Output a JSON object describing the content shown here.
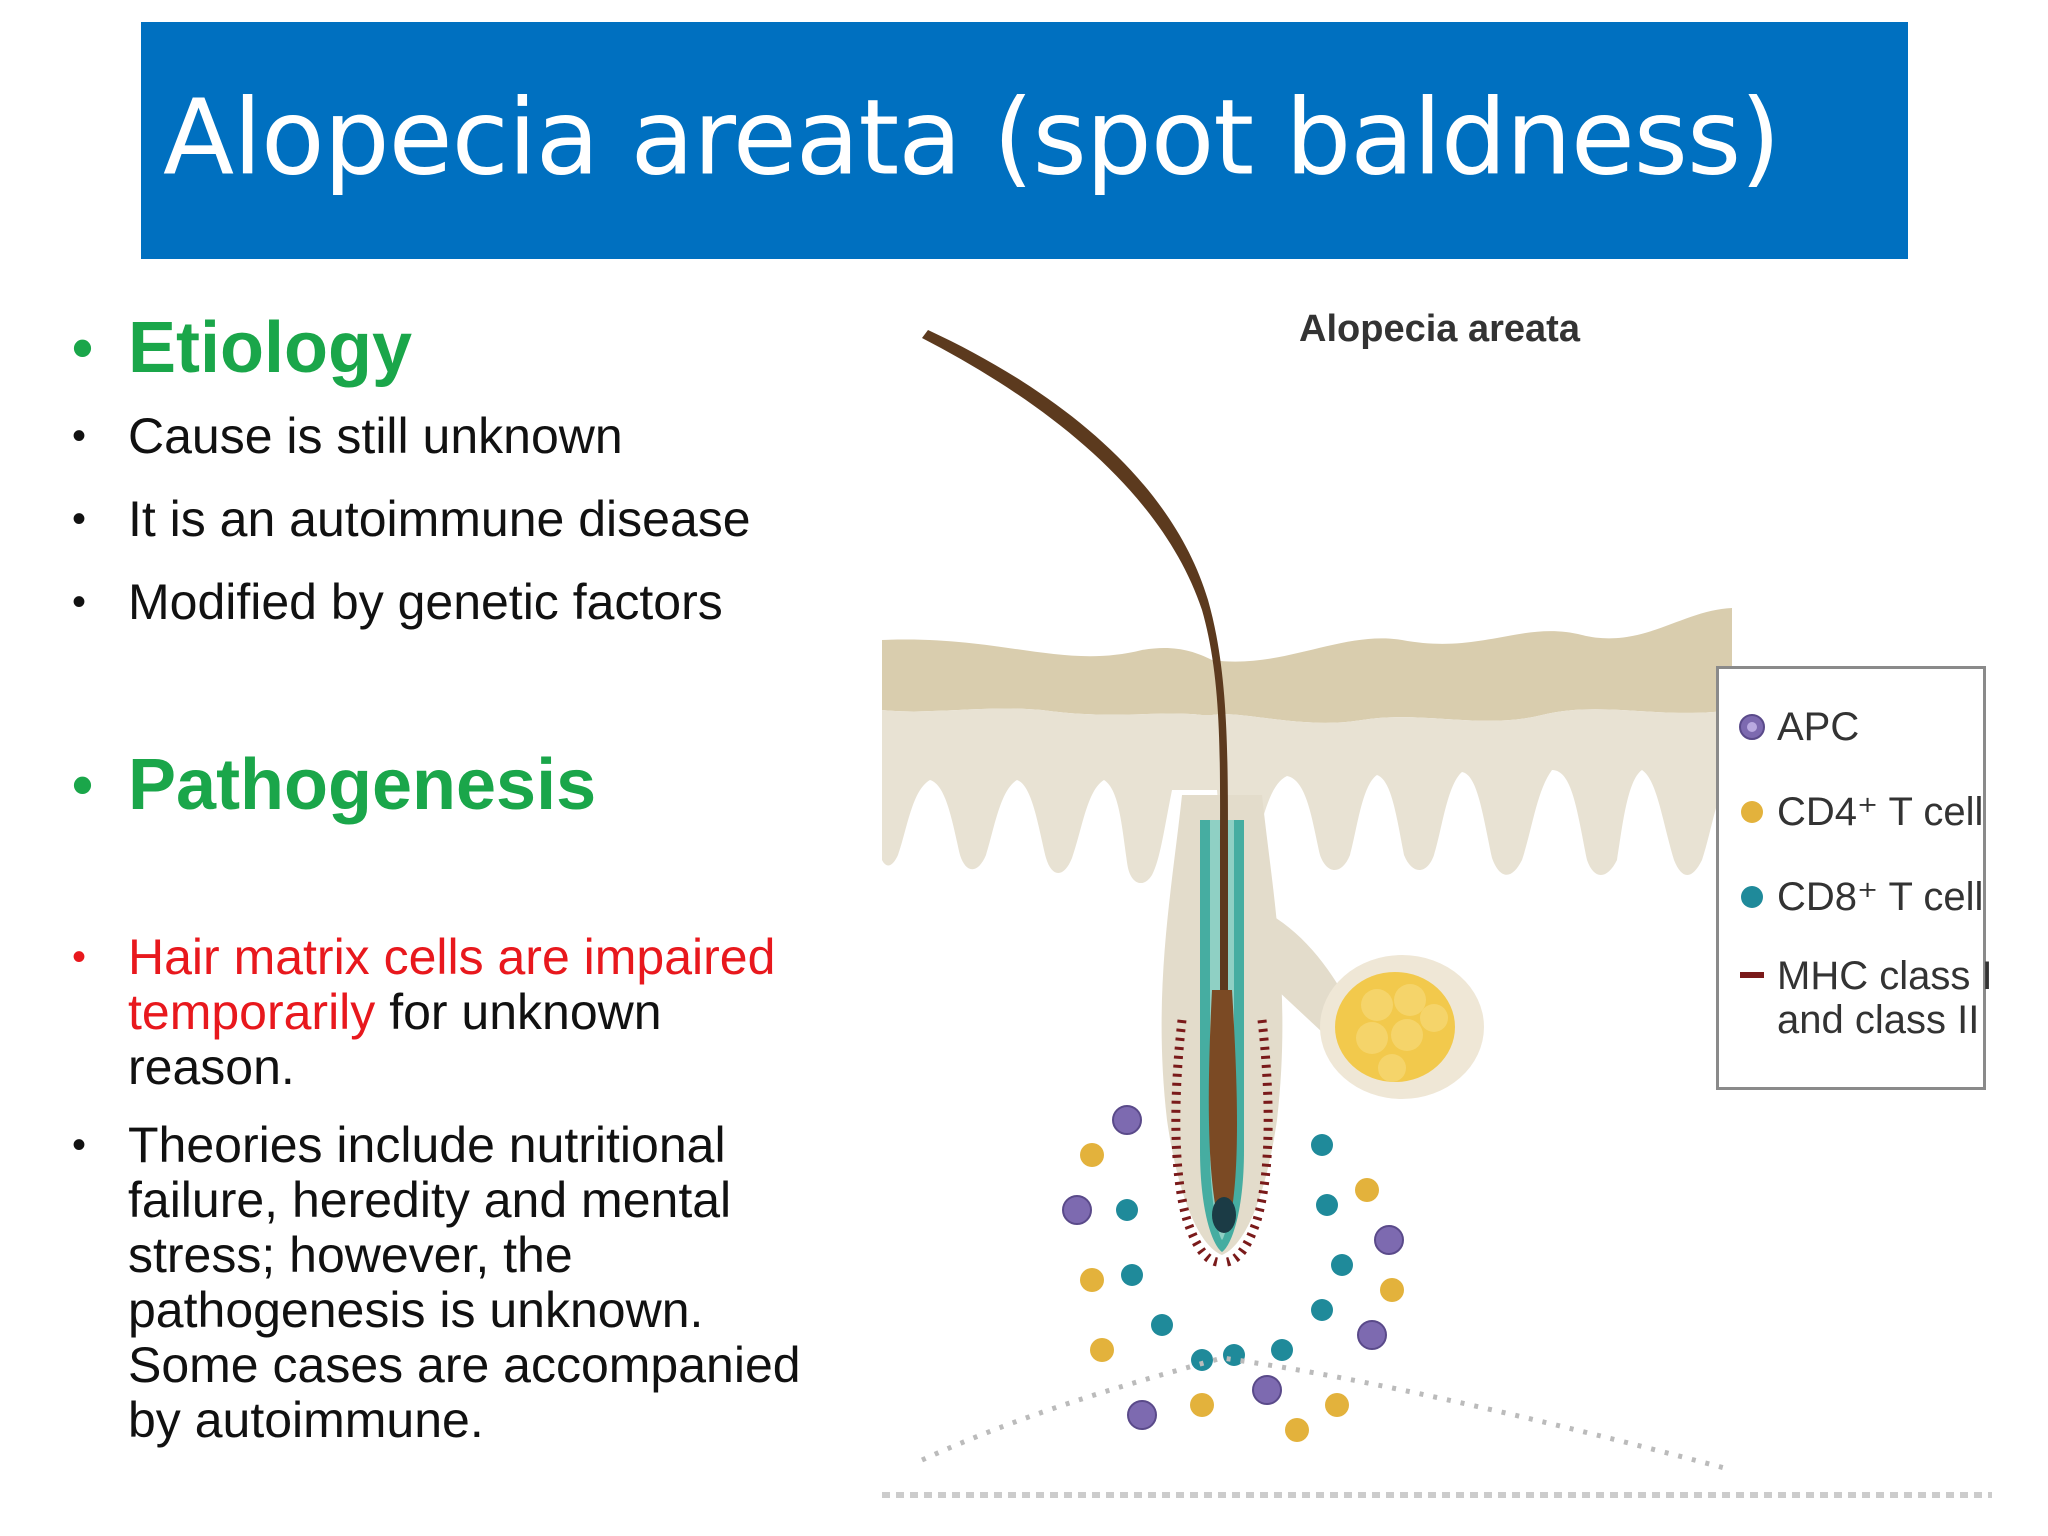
{
  "slide": {
    "title": "Alopecia areata (spot baldness)",
    "title_bg_color": "#0070c0",
    "heading_color": "#1aa64a",
    "highlight_color": "#e8181d"
  },
  "etiology": {
    "heading": "Etiology",
    "items": [
      "Cause is still unknown",
      "It  is an autoimmune disease",
      "Modified by genetic factors"
    ]
  },
  "pathogenesis": {
    "heading": "Pathogenesis",
    "point1_highlight": "Hair matrix cells are impaired temporarily",
    "point1_rest": " for unknown reason.",
    "point2": "Theories include nutritional failure, heredity and mental stress; however, the pathogenesis is unknown. Some cases are accompanied by autoimmune."
  },
  "figure": {
    "title": "Alopecia areata",
    "legend": [
      {
        "label": "APC",
        "icon": "apc-cell-icon",
        "color": "#7d6ab0"
      },
      {
        "label": "CD4⁺ T cell",
        "icon": "cd4-cell-icon",
        "color": "#e3b23c"
      },
      {
        "label": "CD8⁺ T cell",
        "icon": "cd8-cell-icon",
        "color": "#1f8a9a"
      },
      {
        "label": "MHC class I\nand class II",
        "icon": "mhc-marker-icon",
        "color": "#7a1a1a"
      }
    ]
  }
}
